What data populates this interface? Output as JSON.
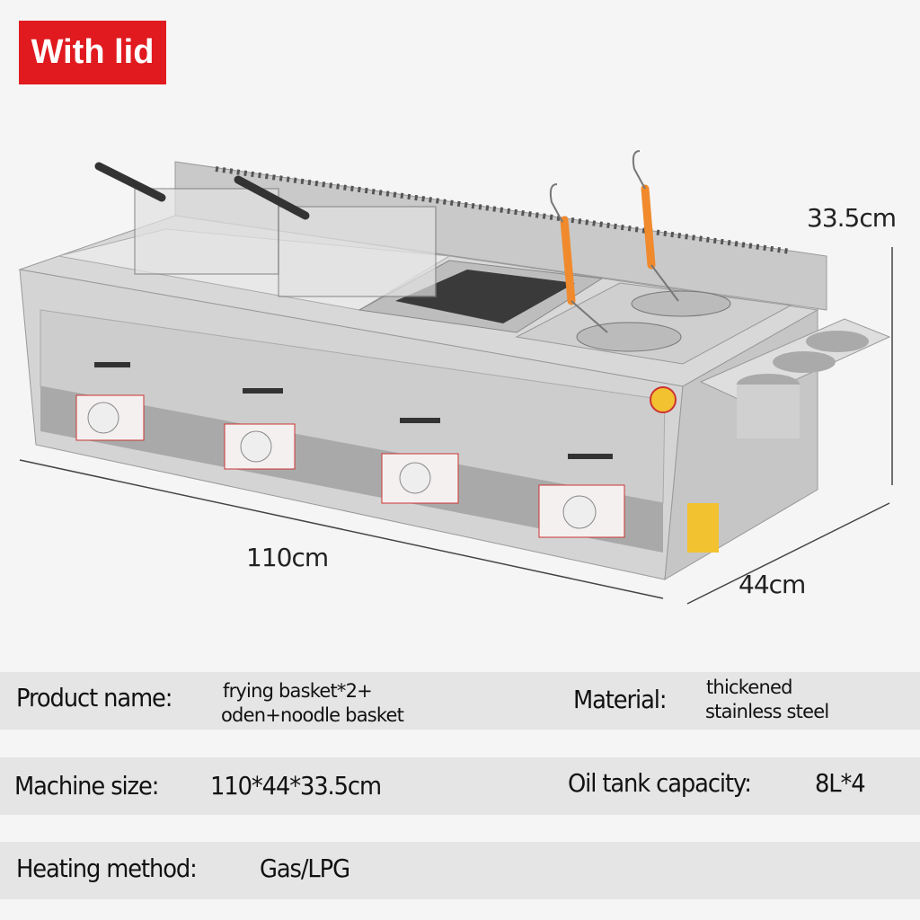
{
  "badge": "With lid",
  "dimensions": {
    "height": "33.5cm",
    "length": "110cm",
    "depth": "44cm"
  },
  "specs": {
    "product_name_label": "Product name:",
    "product_name_line1": "frying basket*2+",
    "product_name_line2": "oden+noodle basket",
    "material_label": "Material:",
    "material_line1": "thickened",
    "material_line2": "stainless steel",
    "machine_size_label": "Machine size:",
    "machine_size_value": "110*44*33.5cm",
    "oil_tank_label": "Oil tank capacity:",
    "oil_tank_value": "8L*4",
    "heating_label": "Heating method:",
    "heating_value": "Gas/LPG"
  },
  "colors": {
    "badge": "#e01a1f",
    "band": "#e5e5e5",
    "handle": "#f08a2c"
  }
}
